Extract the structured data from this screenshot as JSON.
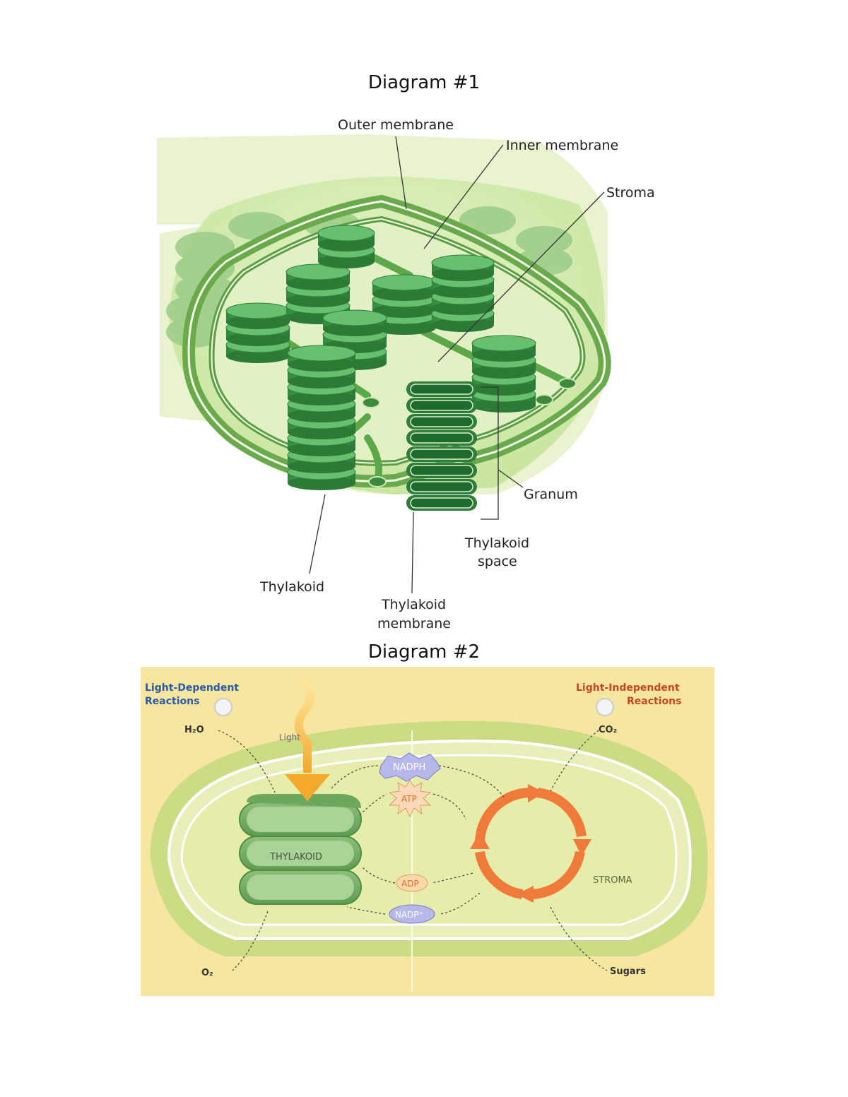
{
  "page": {
    "title1": "Diagram #1",
    "title2": "Diagram #2"
  },
  "diagram1": {
    "labels": {
      "outer_membrane": "Outer membrane",
      "inner_membrane": "Inner membrane",
      "stroma": "Stroma",
      "granum": "Granum",
      "thylakoid_space_line1": "Thylakoid",
      "thylakoid_space_line2": "space",
      "thylakoid": "Thylakoid",
      "thylakoid_membrane_line1": "Thylakoid",
      "thylakoid_membrane_line2": "membrane"
    }
  },
  "diagram2": {
    "light_dependent_line1": "Light-Dependent",
    "light_dependent_line2": "Reactions",
    "light_independent_line1": "Light-Independent",
    "light_independent_line2": "Reactions",
    "h2o": "H₂O",
    "co2": "CO₂",
    "light": "Light",
    "nadph": "NADPH",
    "atp": "ATP",
    "adp": "ADP",
    "nadp": "NADP⁺",
    "thylakoid": "THYLAKOID",
    "stroma": "STROMA",
    "o2": "O₂",
    "sugars": "Sugars",
    "colors": {
      "background": "#f7e6a0",
      "light_dependent_text": "#2a5aa8",
      "light_independent_text": "#c8452a",
      "cycle_arrow": "#ef7a3a",
      "nadph_fill": "#b7b8ea",
      "atp_fill": "#fbd9b8"
    }
  }
}
